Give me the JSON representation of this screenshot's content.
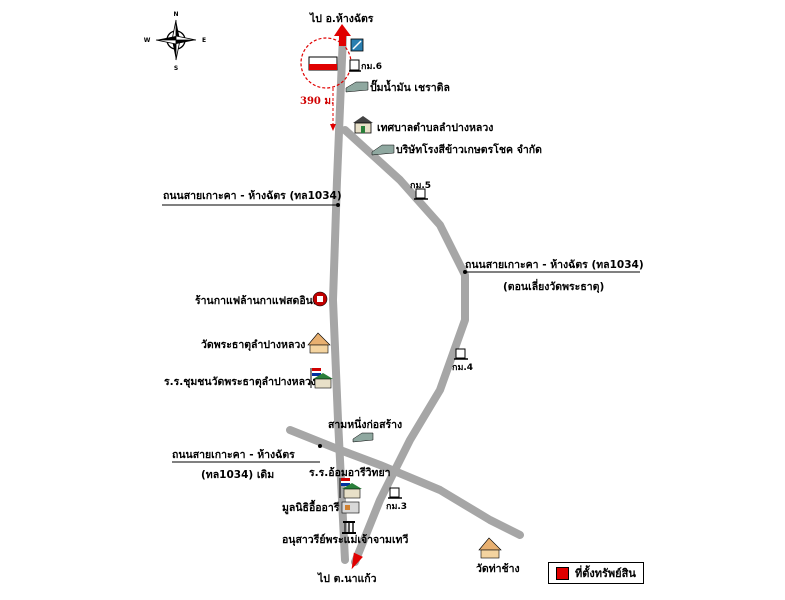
{
  "compass": {
    "n": "N",
    "s": "S",
    "e": "E",
    "w": "W"
  },
  "directions": {
    "north": "ไป อ.ห้างฉัตร",
    "south": "ไป ต.นาแก้ว"
  },
  "distance_label": "390 ม.",
  "roads": {
    "road_west": "ถนนสายเกาะคา - ห้างฉัตร (ทล1034)",
    "road_east_1": "ถนนสายเกาะคา - ห้างฉัตร (ทล1034)",
    "road_east_2": "(ตอนเลี่ยงวัดพระธาตุ)",
    "road_old_1": "ถนนสายเกาะคา - ห้างฉัตร",
    "road_old_2": "(ทล1034) เดิม"
  },
  "km_markers": {
    "km6": "กม.6",
    "km5": "กม.5",
    "km4": "กม.4",
    "km3": "กม.3"
  },
  "places": {
    "gas_station": "ปั๊มน้ำมัน เชราติล",
    "municipality": "เทศบาลตำบลลำปางหลวง",
    "rice_mill": "บริษัทโรงสีข้าวเกษตรโชค จำกัด",
    "cafe": "ร้านกาแฟล้านกาแฟสดอินดี้",
    "temple_main": "วัดพระธาตุลำปางหลวง",
    "school_1": "ร.ร.ชุมชนวัดพระธาตุลำปางหลวง",
    "construction": "สามหนึ่งก่อสร้าง",
    "school_2": "ร.ร.อ้อมอารีวิทยา",
    "foundation": "มูลนิธิอื้ออารี",
    "monument": "อนุสาวรีย์พระแม่เจ้าจามเทวี",
    "temple_tachang": "วัดท่าช้าง"
  },
  "legend": {
    "label": "ที่ตั้งทรัพย์สิน"
  },
  "colors": {
    "road": "#a6a6a6",
    "property": "#e00000",
    "arrow": "#e00000",
    "dash_circle": "#e00000"
  }
}
